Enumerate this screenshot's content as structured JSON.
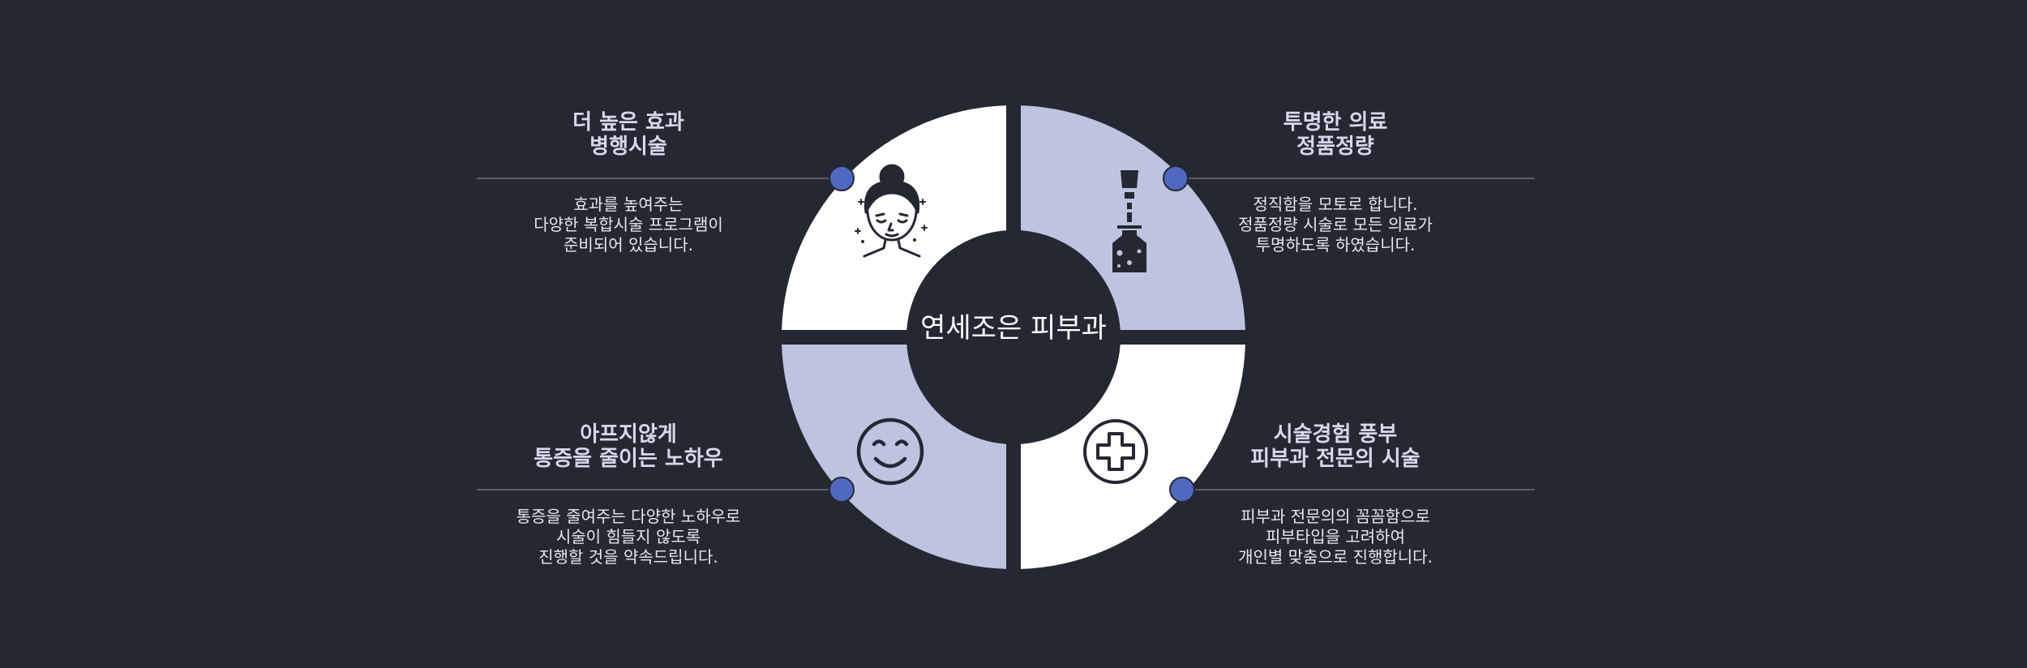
{
  "center_title": "연세조은 피부과",
  "colors": {
    "background": "#242833",
    "segment_white": "#ffffff",
    "segment_lavender": "#bcc4e0",
    "dot": "#5068bf",
    "line": "#6b7080",
    "icon": "#242833"
  },
  "features": [
    {
      "position": "top-left",
      "title": [
        "더 높은 효과",
        "병행시술"
      ],
      "desc": [
        "효과를 높여주는",
        "다양한 복합시술 프로그램이",
        "준비되어 있습니다."
      ],
      "icon": "woman-face-icon"
    },
    {
      "position": "top-right",
      "title": [
        "투명한 의료",
        "정품정량"
      ],
      "desc": [
        "정직함을 모토로 합니다.",
        "정품정량 시술로 모든 의료가",
        "투명하도록 하였습니다."
      ],
      "icon": "syringe-vial-icon"
    },
    {
      "position": "bottom-left",
      "title": [
        "아프지않게",
        "통증을 줄이는 노하우"
      ],
      "desc": [
        "통증을 줄여주는 다양한 노하우로",
        "시술이 힘들지 않도록",
        "진행할 것을 약속드립니다."
      ],
      "icon": "smiley-face-icon"
    },
    {
      "position": "bottom-right",
      "title": [
        "시술경험 풍부",
        "피부과 전문의 시술"
      ],
      "desc": [
        "피부과 전문의의 꼼꼼함으로",
        "피부타입을 고려하여",
        "개인별 맞춤으로 진행합니다."
      ],
      "icon": "medical-cross-icon"
    }
  ]
}
